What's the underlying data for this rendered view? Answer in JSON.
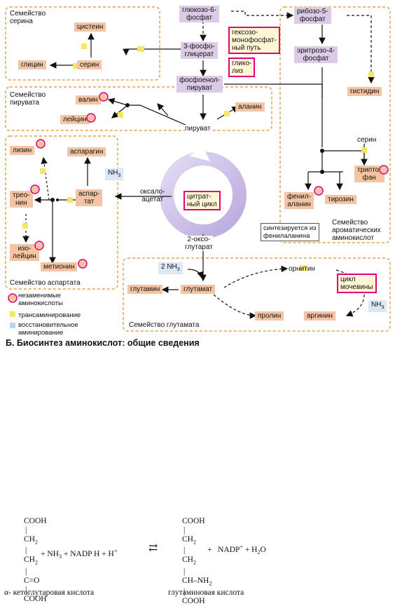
{
  "figure_title": "Б. Биосинтез аминокислот: общие сведения",
  "families": {
    "serine": "Семейство\nсерина",
    "pyruvate": "Семейство\nпирувата",
    "aspartate": "Семейство аспартата",
    "glutamate": "Семейство глутамата",
    "aromatic": "Семейство\nароматических\nаминокислот"
  },
  "nodes": {
    "glucose6p": "глюкозо-6-\nфосфат",
    "phosphoglycerate": "3-фосфо-\nглицерат",
    "pep": "фосфоенол-\nпируват",
    "pyruvate": "пируват",
    "oxaloacetate": "оксало-\nацетат",
    "oxoglutarate": "2-оксо-\nглутарат",
    "ribose5p": "рибозо-5-\nфосфат",
    "erythrose4p": "эритрозо-4-\nфосфат"
  },
  "processes": {
    "hexose_shunt": "гексозо-\nмонофосфат-\nный путь",
    "glycolysis": "глико-\nлиз",
    "citrate_cycle": "цитрат-\nный цикл",
    "urea_cycle": "цикл\nмочевины"
  },
  "amino_acids": {
    "cysteine": "цистеин",
    "serine_box": "серин",
    "glycine": "глицин",
    "valine": "валин",
    "leucine": "лейцин",
    "alanine": "аланин",
    "lysine": "лизин",
    "asparagine": "аспарагин",
    "threonine": "трео-\nнин",
    "aspartate": "аспар-\nтат",
    "isoleucine": "изо-\nлейцин",
    "methionine": "метионин",
    "histidine": "гистидин",
    "phenylalanine": "фенил-\nаланин",
    "tyrosine": "тирозин",
    "tryptophan": "трипто-\nфан",
    "glutamine": "глутамин",
    "glutamate": "глутамат",
    "proline": "пролин",
    "arginine": "аргинин",
    "ornithine": "орнитин",
    "serine_text": "серин"
  },
  "nh3_labels": {
    "aspartate": "NH",
    "glutamate_in": "2 NH",
    "urea": "NH",
    "sub3": "3"
  },
  "note_tyrosine": "синтезируется из\nфенилаланина",
  "legend": {
    "essential": "незаменимые\nаминокислоты",
    "transamination": "трансаминирование",
    "reductive": "восстановительное\nаминирование"
  },
  "colors": {
    "amino_acid_box": "#f4c5a4",
    "metabolite_box": "#dccbe6",
    "process_border": "#e2007a",
    "family_border": "#e8a24a",
    "essential_ring": "#e2007a",
    "transamination_mark": "#f5e664",
    "reductive_mark": "#b8d4ef",
    "citrate_cycle_ring": "#c9bde6"
  },
  "equation": {
    "left_cols": [
      "COOH",
      "CH2",
      "CH2",
      "C=O",
      "COOH"
    ],
    "left_name": "α- кетоглутаровая кислота",
    "right_cols": [
      "COOH",
      "CH2",
      "CH2",
      "CH–NH2",
      "COOH"
    ],
    "right_name": "глутаминовая кислота",
    "reactants": "+ NH3 + NADP H + H+",
    "products": "+   NADP+ + H2O"
  }
}
